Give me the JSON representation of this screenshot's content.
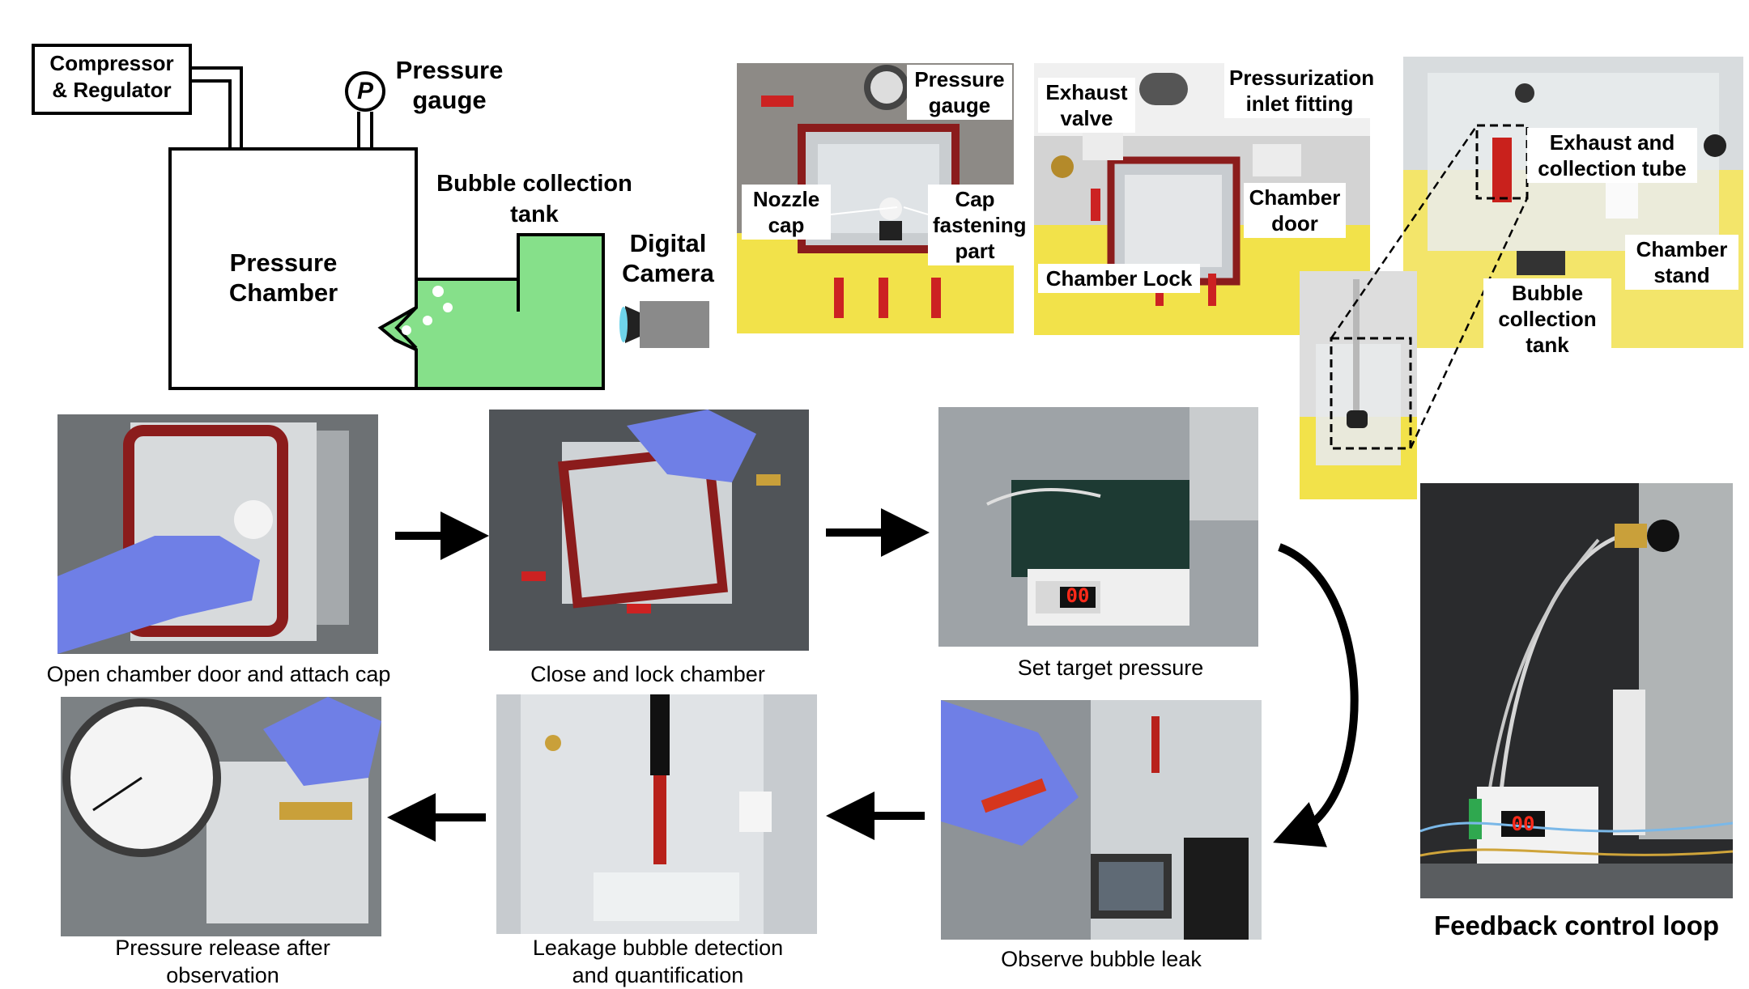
{
  "schematic": {
    "compressor_label": "Compressor\n& Regulator",
    "gauge_symbol": "P",
    "gauge_label": "Pressure\ngauge",
    "chamber_label": "Pressure\nChamber",
    "bubble_tank_label": "Bubble collection\ntank",
    "camera_label": "Digital\nCamera"
  },
  "photo1": {
    "pressure_gauge": "Pressure\ngauge",
    "nozzle_cap": "Nozzle\ncap",
    "cap_fastening": "Cap\nfastening\npart"
  },
  "photo2": {
    "exhaust_valve": "Exhaust\nvalve",
    "inlet_fitting": "Pressurization\ninlet fitting",
    "chamber_door": "Chamber\ndoor",
    "chamber_lock": "Chamber Lock"
  },
  "photo3": {
    "exhaust_tube": "Exhaust and\ncollection tube",
    "chamber_stand": "Chamber\nstand",
    "bubble_tank": "Bubble\ncollection\ntank"
  },
  "steps": {
    "s1": "Open chamber door and attach cap",
    "s2": "Close and lock chamber",
    "s3": "Set target pressure",
    "s4": "Observe bubble leak",
    "s5": "Leakage bubble detection\nand quantification",
    "s6": "Pressure release after\nobservation"
  },
  "display_value": "00",
  "feedback_label": "Feedback control loop",
  "colors": {
    "tank_green": "#86e08a",
    "glove_blue": "#6f7fe6",
    "seal_red": "#8b1c1c",
    "display_red": "#ff2a1a",
    "yellow_cloth": "#f4e54a"
  }
}
